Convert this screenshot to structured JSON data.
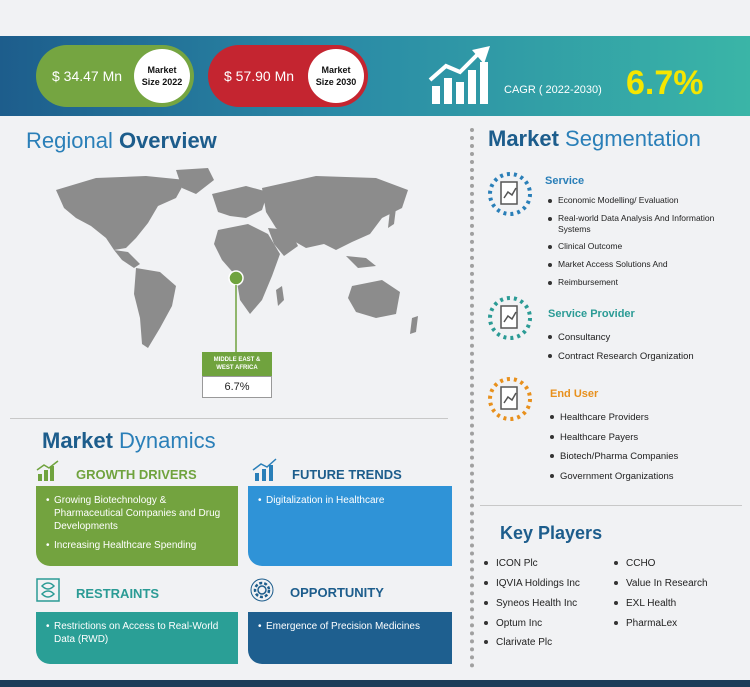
{
  "header": {
    "pill_2022": {
      "amount": "$  34.47 Mn",
      "label_line1": "Market",
      "label_line2": "Size 2022"
    },
    "pill_2030": {
      "amount": "$  57.90 Mn",
      "label_line1": "Market",
      "label_line2": "Size 2030"
    },
    "cagr_label": "CAGR ( 2022-2030)",
    "cagr_value": "6.7%"
  },
  "regional": {
    "title_a": "Regional ",
    "title_b": "Overview",
    "region_line1": "MIDDLE EAST &",
    "region_line2": "WEST AFRICA",
    "region_value": "6.7%"
  },
  "segmentation": {
    "title_a": "Market ",
    "title_b": "Segmentation",
    "groups": [
      {
        "name": "Service",
        "items": [
          "Economic Modelling/ Evaluation",
          "Real-world Data Analysis And Information",
          "Systems",
          "Clinical Outcome",
          "Market Access Solutions And",
          "Reimbursement"
        ]
      },
      {
        "name": "Service Provider",
        "items": [
          "Consultancy",
          "Contract Research Organization"
        ]
      },
      {
        "name": "End User",
        "items": [
          "Healthcare Providers",
          "Healthcare Payers",
          "Biotech/Pharma Companies",
          "Government Organizations"
        ]
      }
    ]
  },
  "dynamics": {
    "title_a": "Market ",
    "title_b": "Dynamics",
    "growth": {
      "heading": "GROWTH DRIVERS",
      "items": [
        "Growing Biotechnology & Pharmaceutical Companies and Drug Developments",
        "Increasing Healthcare Spending"
      ]
    },
    "trends": {
      "heading": "FUTURE TRENDS",
      "items": [
        "Digitalization in Healthcare"
      ]
    },
    "restraints": {
      "heading": "RESTRAINTS",
      "items": [
        "Restrictions on Access to Real-World Data (RWD)"
      ]
    },
    "opportunity": {
      "heading": "OPPORTUNITY",
      "items": [
        "Emergence of Precision Medicines"
      ]
    }
  },
  "key_players": {
    "title": "Key Players",
    "col1": [
      "ICON Plc",
      "IQVIA Holdings Inc",
      "Syneos Health Inc",
      "Optum Inc",
      "Clarivate Plc"
    ],
    "col2": [
      "CCHO",
      "Value In Research",
      "EXL Health",
      "PharmaLex"
    ]
  },
  "colors": {
    "green": "#75a541",
    "red": "#c42530",
    "blue": "#2a7fb8",
    "navy": "#1d5d8c",
    "teal": "#2b9b95",
    "yellow": "#f5e600",
    "orange": "#e8901c"
  }
}
